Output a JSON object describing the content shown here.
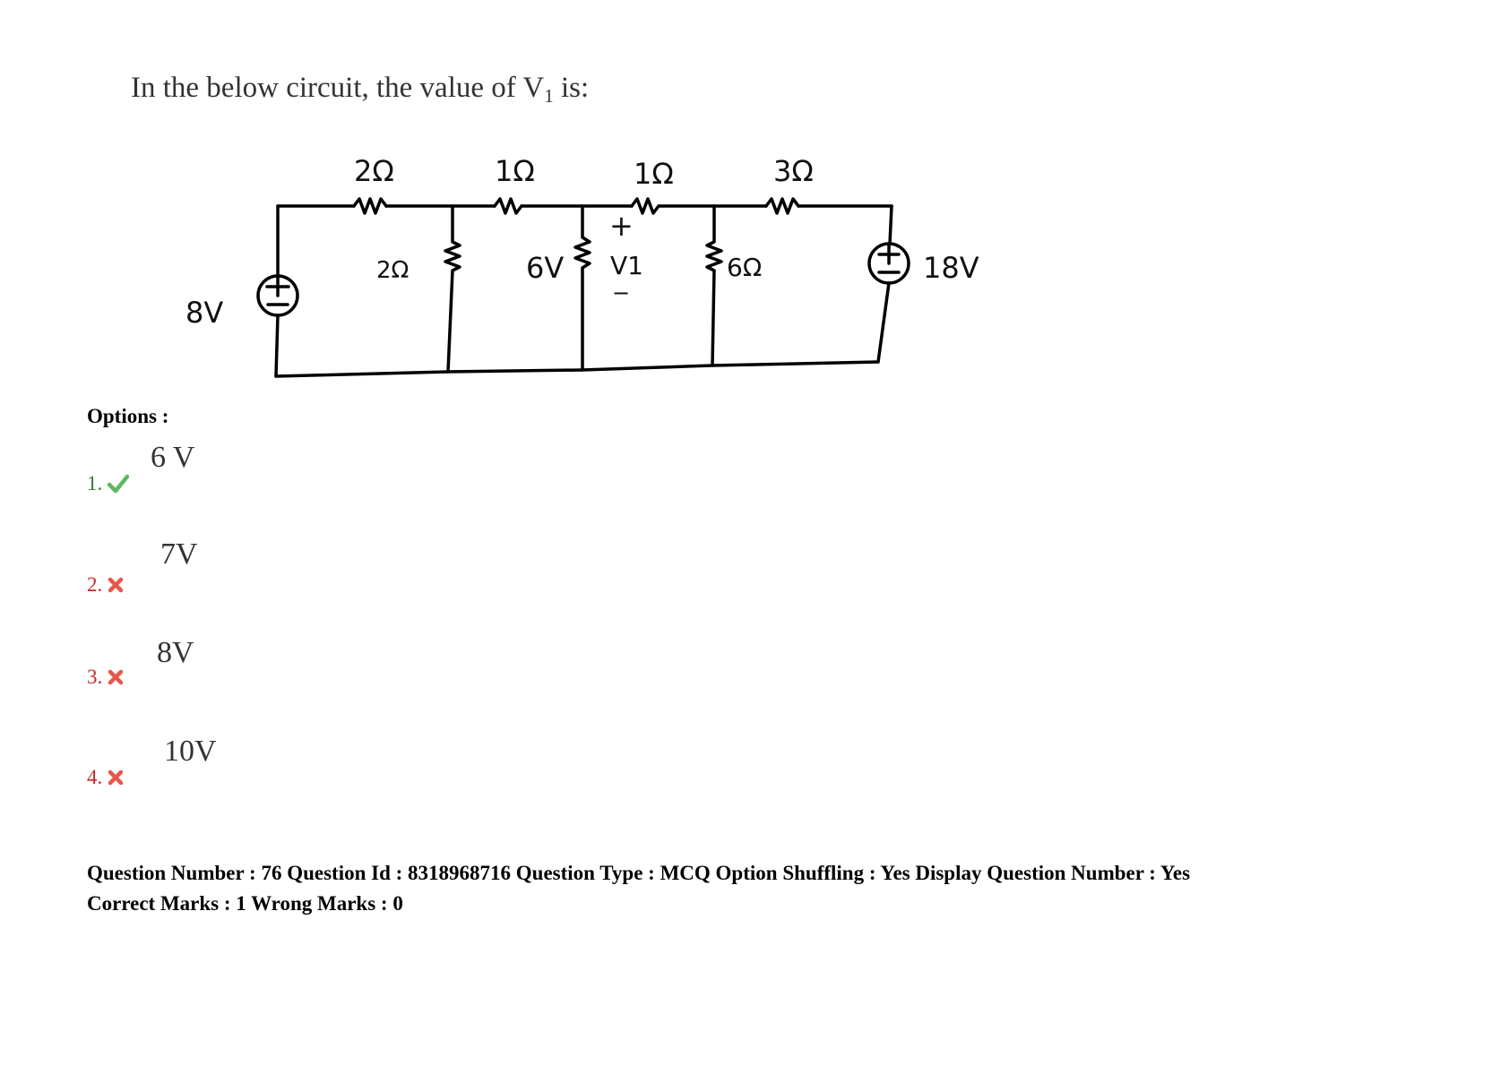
{
  "question": {
    "text": "In the below circuit, the value of V",
    "subscript": "1",
    "suffix": " is:"
  },
  "circuit": {
    "labels": {
      "r_top_1": "2Ω",
      "r_top_2": "1Ω",
      "r_top_3": "1Ω",
      "r_top_4": "3Ω",
      "r_shunt_1": "2Ω",
      "source_middle": "6V",
      "v1_label": "V1",
      "v1_plus": "+",
      "v1_minus": "−",
      "r_shunt_2": "6Ω",
      "source_left": "8V",
      "source_right": "18V"
    }
  },
  "options_label": "Options :",
  "options": [
    {
      "number": "1.",
      "value": "6 V",
      "status": "correct"
    },
    {
      "number": "2.",
      "value": "7V",
      "status": "wrong"
    },
    {
      "number": "3.",
      "value": "8V",
      "status": "wrong"
    },
    {
      "number": "4.",
      "value": "10V",
      "status": "wrong"
    }
  ],
  "meta": {
    "line1": "Question Number : 76 Question Id : 8318968716 Question Type : MCQ Option Shuffling : Yes Display Question Number : Yes",
    "line2": "Correct Marks : 1 Wrong Marks : 0"
  },
  "colors": {
    "correct": "#2e7d32",
    "wrong": "#c62828",
    "correct_icon": "#5cb85c",
    "wrong_icon": "#e8564a"
  }
}
